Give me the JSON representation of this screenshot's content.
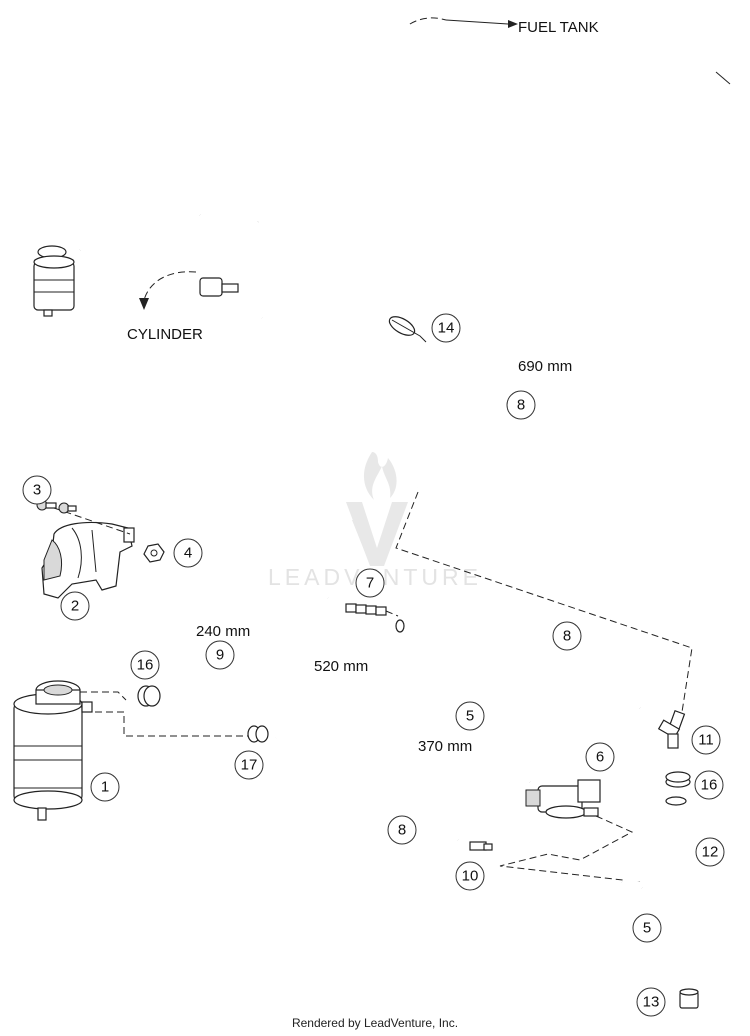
{
  "labels": {
    "fuel_tank": "FUEL TANK",
    "cylinder": "CYLINDER",
    "dim_690": "690 mm",
    "dim_240": "240 mm",
    "dim_520": "520 mm",
    "dim_370": "370 mm"
  },
  "callouts": [
    "1",
    "2",
    "3",
    "4",
    "5",
    "5",
    "6",
    "7",
    "8",
    "8",
    "8",
    "9",
    "10",
    "11",
    "12",
    "13",
    "14",
    "16",
    "16",
    "17"
  ],
  "watermark": "LEADVENTURE",
  "footer": "Rendered by LeadVenture, Inc."
}
